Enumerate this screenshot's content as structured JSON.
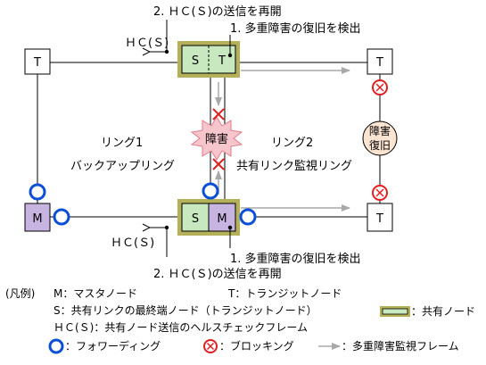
{
  "nodes": {
    "top_left": "T",
    "top_right": "T",
    "top_shared_s": "S",
    "top_shared_t": "T",
    "bottom_left": "M",
    "bottom_right": "T",
    "bottom_shared_s": "S",
    "bottom_shared_m": "M"
  },
  "annotations": {
    "top_step1": "1. 多重障害の復旧を検出",
    "top_step2": "2. ＨＣ(Ｓ)の送信を再開",
    "top_hc": "ＨＣ(Ｓ)",
    "bottom_step1": "1. 多重障害の復旧を検出",
    "bottom_step2": "2. ＨＣ(Ｓ)の送信を再開",
    "bottom_hc": "ＨＣ(Ｓ)",
    "fault": "障害",
    "recovery_line1": "障害",
    "recovery_line2": "復旧",
    "ring1": "リング1",
    "ring2": "リング2",
    "backup_ring": "バックアップリング",
    "shared_link_ring": "共有リンク監視リング"
  },
  "legend": {
    "prefix": "(凡例)",
    "master": "M：マスタノード",
    "transit": "T：トランジットノード",
    "shared_end": "S：共有リンクの最終端ノード（トランジットノード）",
    "shared_node": "：共有ノード",
    "hc_frame": "ＨＣ(Ｓ)：共有ノード送信のヘルスチェックフレーム",
    "forwarding": "：フォワーディング",
    "blocking": "：ブロッキング",
    "multi_fault_frame": "：多重障害監視フレーム"
  },
  "colors": {
    "shared_frame": "#b5b05a",
    "shared_fill": "#c8e8c0",
    "master_fill": "#c8b4e0",
    "forwarding": "#0a4fd6",
    "blocking": "#e02020",
    "recovery_fill": "#fbe4d2",
    "fault_fill": "#f7c6cc",
    "gray_arrow": "#a8a8a8"
  }
}
